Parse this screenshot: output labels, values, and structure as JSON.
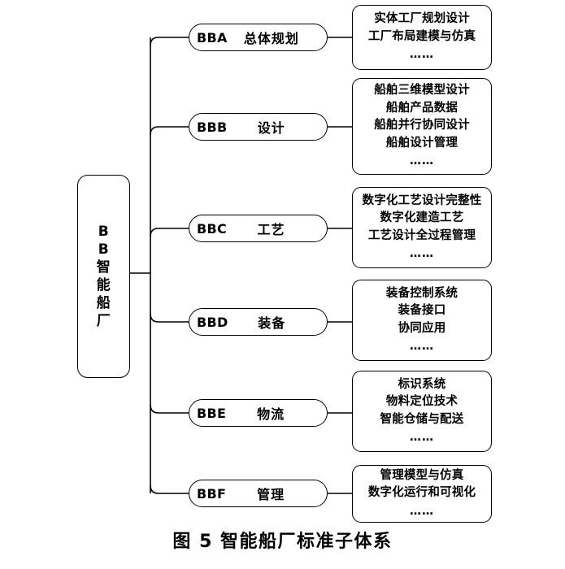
{
  "figure": {
    "caption": "图 5  智能船厂标准子体系",
    "root": {
      "id": "BB",
      "name": "智能船厂",
      "label": "BB智能船厂"
    },
    "branches": [
      {
        "code": "BBA",
        "name": "总体规划",
        "details": [
          "实体工厂规划设计",
          "工厂布局建模与仿真"
        ],
        "ellipsis": "……"
      },
      {
        "code": "BBB",
        "name": "设计",
        "details": [
          "船舶三维模型设计",
          "船舶产品数据",
          "船舶并行协同设计",
          "船舶设计管理"
        ],
        "ellipsis": "……"
      },
      {
        "code": "BBC",
        "name": "工艺",
        "details": [
          "数字化工艺设计完整性",
          "数字化建造工艺",
          "工艺设计全过程管理"
        ],
        "ellipsis": "……"
      },
      {
        "code": "BBD",
        "name": "装备",
        "details": [
          "装备控制系统",
          "装备接口",
          "协同应用"
        ],
        "ellipsis": "……"
      },
      {
        "code": "BBE",
        "name": "物流",
        "details": [
          "标识系统",
          "物料定位技术",
          "智能仓储与配送"
        ],
        "ellipsis": "……"
      },
      {
        "code": "BBF",
        "name": "管理",
        "details": [
          "管理模型与仿真",
          "数字化运行和可视化"
        ],
        "ellipsis": "……"
      }
    ]
  },
  "colors": {
    "stroke": "#000000",
    "background": "#ffffff",
    "text": "#000000"
  }
}
